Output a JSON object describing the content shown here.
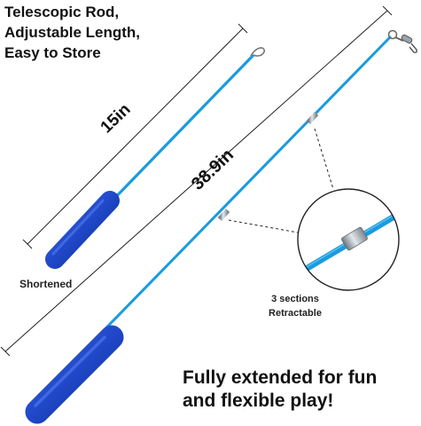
{
  "headline": {
    "line1": "Telescopic Rod,",
    "line2": "Adjustable Length,",
    "line3": "Easy to Store"
  },
  "short_rod": {
    "length_label": "15in",
    "caption": "Shortened"
  },
  "long_rod": {
    "length_label": "38.9in"
  },
  "detail_callout": {
    "line1": "3 sections",
    "line2": "Retractable"
  },
  "footer": {
    "line1": "Fully extended for fun",
    "line2": "and flexible play!"
  },
  "colors": {
    "rod_blue": "#1a9be0",
    "handle_blue": "#1f47c8",
    "ferrule": "#9aa3ab",
    "dimension_line": "#222222",
    "background": "#ffffff"
  }
}
